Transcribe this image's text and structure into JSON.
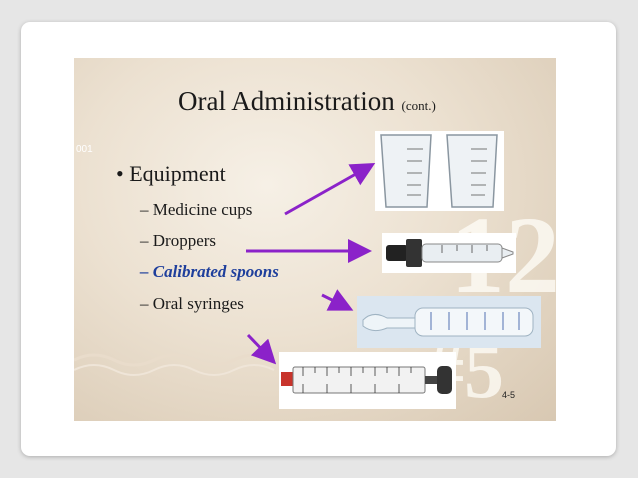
{
  "slide": {
    "title": "Oral Administration",
    "title_suffix": "(cont.)",
    "bullet": "Equipment",
    "items": [
      "Medicine cups",
      "Droppers",
      "Calibrated spoons",
      "Oral syringes"
    ],
    "page_number": "4-5",
    "deco_digits": "001",
    "deco_numbers": [
      "12",
      "#5"
    ]
  },
  "colors": {
    "arrow": "#8b22c9",
    "highlight": "#1f3f9c"
  }
}
